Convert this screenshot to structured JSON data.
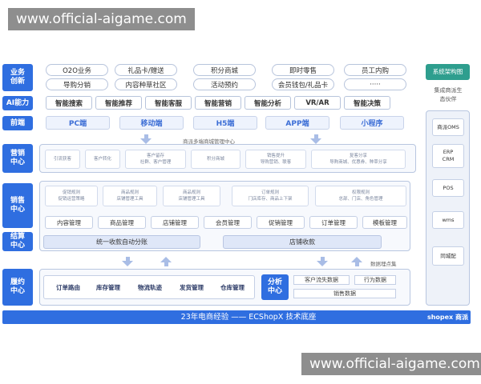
{
  "watermark": "www.official-aigame.com",
  "row_labels": {
    "business": "业务创新",
    "ai": "AI能力",
    "frontend": "前端",
    "marketing": "营销中心",
    "sales": "销售中心",
    "settlement": "结算中心",
    "fulfillment": "履约中心"
  },
  "business_items": [
    "O2O业务",
    "礼品卡/赠送",
    "积分商城",
    "即时零售",
    "员工内购",
    "导购分销",
    "内容种草社区",
    "活动预约",
    "会员钱包/礼品卡",
    "·····"
  ],
  "ai_items": [
    "智能搜索",
    "智能推荐",
    "智能客服",
    "智能营销",
    "智能分析",
    "VR/AR",
    "智能决策"
  ],
  "frontend_items": [
    "PC端",
    "移动端",
    "H5端",
    "APP端",
    "小程序"
  ],
  "center_caption": "商派多端商城管理中心",
  "marketing_items": [
    [
      "引流获客"
    ],
    [
      "客户转化"
    ],
    [
      "客户留存",
      "社群、客户管理"
    ],
    [
      "积分商城"
    ],
    [
      "销售提升",
      "导购营销、联客"
    ],
    [
      "复客分享",
      "导购商城、优惠券、种草分享"
    ]
  ],
  "sales_items": [
    [
      "促销规则",
      "促销运营策略"
    ],
    [
      "商品规则",
      "店铺管理工具"
    ],
    [
      "商品规则",
      "店铺管理工具"
    ],
    [
      "订单规则",
      "门店库存、商品上下架"
    ],
    [
      "权限规则",
      "总部、门店、角色管理"
    ]
  ],
  "mgmt_items": [
    "内容管理",
    "商品管理",
    "店铺管理",
    "会员管理",
    "促销管理",
    "订单管理",
    "模板管理"
  ],
  "settlement_items": [
    "统一收款自动分账",
    "店铺收款"
  ],
  "data_caption": "数据埋点集",
  "fulfillment_items": [
    "订单路由",
    "库存管理",
    "物流轨迹",
    "发货管理",
    "仓库管理"
  ],
  "analysis_label": "分析中心",
  "analysis_items": [
    "客户流失数据",
    "行为数据",
    "销售数据"
  ],
  "footer_text": "23年电商经验 —— ECShopX 技术底座",
  "footer_brand": "shopex 商派",
  "right_panel": {
    "title": "系统架构图",
    "subtitle": "集成商派生态伙伴",
    "items": [
      "商派OMS",
      "ERP CRM",
      "POS",
      "wms",
      "同城配"
    ]
  },
  "colors": {
    "primary": "#2f6ee0",
    "footer": "#2f6ee0",
    "green_header": "#2e9e8e"
  }
}
